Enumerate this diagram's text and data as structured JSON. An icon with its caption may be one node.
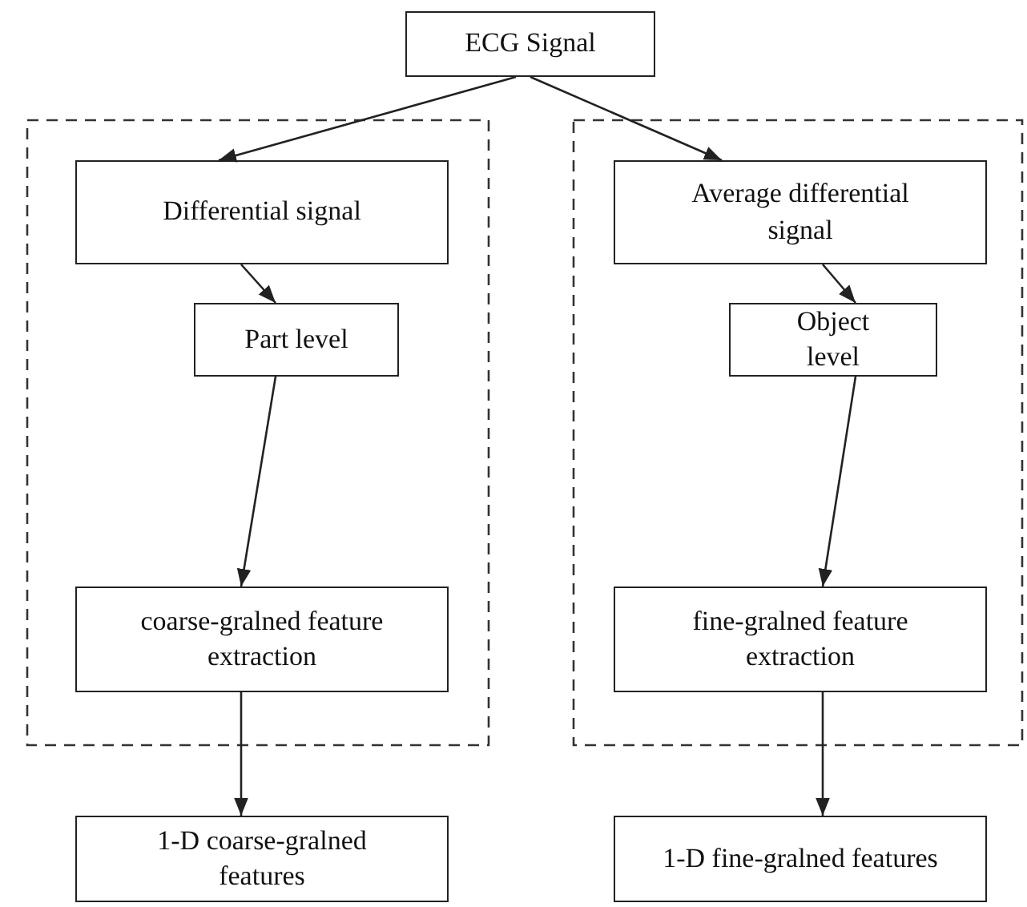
{
  "diagram": {
    "nodes": [
      {
        "text": [
          "ECG Signal"
        ]
      },
      {
        "text": [],
        "shape": "box"
      },
      {
        "text": [
          "Differential signal"
        ],
        "in": 1
      },
      {
        "text": [
          "Part level"
        ],
        "in": 1
      },
      {
        "text": [
          "coarse-gralned feature extraction"
        ],
        "in": 1
      },
      {
        "text": [],
        "shape": "box"
      },
      {
        "text": [
          "Average differential signal"
        ],
        "in": 5
      },
      {
        "text": [
          "Object level"
        ],
        "in": 5
      },
      {
        "text": [
          "fine-gralned feature extraction"
        ],
        "in": 5
      },
      {
        "text": [
          "1-D coarse-gralned features"
        ]
      },
      {
        "text": [
          "1-D fine-gralned features"
        ]
      }
    ],
    "edges": [
      {
        "from": 0,
        "to": 2,
        "arrow": "to"
      },
      {
        "from": 0,
        "to": 6,
        "arrow": "to"
      },
      {
        "from": 2,
        "to": 3,
        "arrow": "to"
      },
      {
        "from": 3,
        "to": 4,
        "arrow": "to"
      },
      {
        "from": 4,
        "to": 9,
        "arrow": "to"
      },
      {
        "from": 6,
        "to": 7,
        "arrow": "to"
      },
      {
        "from": 7,
        "to": 8,
        "arrow": "to"
      },
      {
        "from": 8,
        "to": 10,
        "arrow": "to"
      }
    ]
  }
}
